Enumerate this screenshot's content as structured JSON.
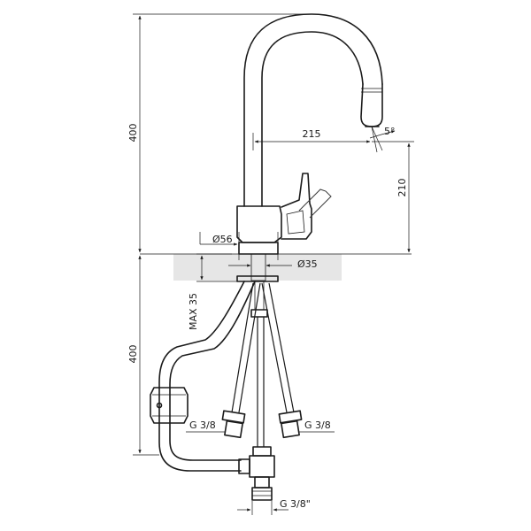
{
  "dimensions": {
    "overall_height_top": "400",
    "overall_height_bottom": "400",
    "spout_reach": "215",
    "spout_height": "210",
    "swivel_angle": "5°",
    "base_diameter": "Ø56",
    "hole_diameter": "Ø35",
    "max_counter_thickness": "MAX 35",
    "hose_left_thread": "G 3/8",
    "hose_right_thread": "G 3/8",
    "outlet_thread": "G 3/8\""
  },
  "colors": {
    "line": "#1a1a1a",
    "countertop": "#e6e6e6"
  }
}
